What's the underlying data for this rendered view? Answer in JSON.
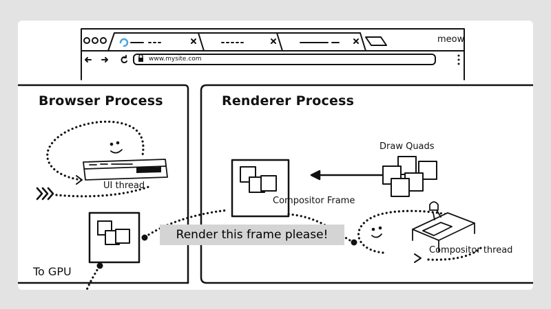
{
  "browser": {
    "url": "www.mysite.com",
    "brand": "meow",
    "nav_icons": [
      "back-arrow-icon",
      "forward-arrow-icon",
      "reload-icon",
      "lock-icon",
      "menu-dots-icon"
    ]
  },
  "labels": {
    "browser_process": "Browser Process",
    "renderer_process": "Renderer Process",
    "ui_thread": "UI thread",
    "draw_quads": "Draw Quads",
    "compositor_frame": "Compositor Frame",
    "compositor_thread": "Compositor thread",
    "render_callout": "Render this frame please!",
    "to_gpu": "To GPU"
  },
  "colors": {
    "background": "#e3e3e3",
    "panel": "#ffffff",
    "ink": "#111111",
    "callout": "#d4d4d4",
    "loading": "#4aa3e0"
  }
}
